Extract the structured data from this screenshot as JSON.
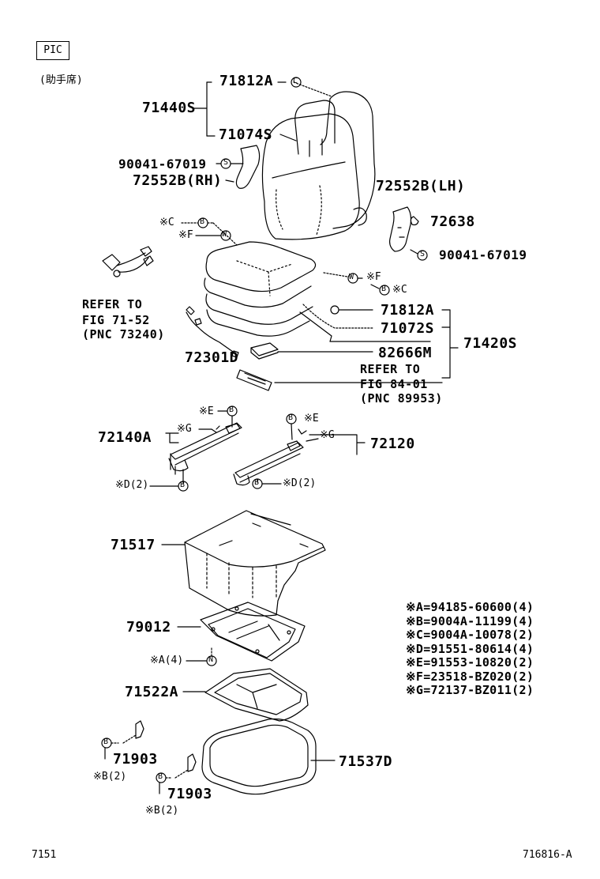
{
  "header": {
    "pic_label": "PIC",
    "seat_side_note": "(助手席)"
  },
  "parts": {
    "p71812A_top": "71812A",
    "p71440S": "71440S",
    "p71074S": "71074S",
    "p90041_left": "90041-67019",
    "p72552B_RH": "72552B(RH)",
    "p72552B_LH": "72552B(LH)",
    "p72638": "72638",
    "p90041_right": "90041-67019",
    "p71812A_mid": "71812A",
    "p71072S": "71072S",
    "p71420S": "71420S",
    "p72301D": "72301D",
    "p82666M": "82666M",
    "p72140A": "72140A",
    "p72120": "72120",
    "p71517": "71517",
    "p79012": "79012",
    "p71522A": "71522A",
    "p71537D": "71537D",
    "p71903_a": "71903",
    "p71903_b": "71903"
  },
  "references": {
    "refer_left_1": "REFER TO",
    "refer_left_2": "FIG 71-52",
    "refer_left_3": "(PNC 73240)",
    "refer_right_1": "REFER TO",
    "refer_right_2": "FIG 84-01",
    "refer_right_3": "(PNC 89953)"
  },
  "fastener_callouts": {
    "top_C": "※C",
    "top_B": "B",
    "top_F": "※F",
    "top_W": "W",
    "right_W": "W",
    "right_F": "※F",
    "right_B": "B",
    "right_C": "※C",
    "rail_left_E": "※E",
    "rail_left_B_top": "B",
    "rail_left_G": "※G",
    "rail_left_D": "※D(2)",
    "rail_left_B_bottom": "B",
    "rail_right_B_top": "B",
    "rail_right_E": "※E",
    "rail_right_G": "※G",
    "rail_right_B_bottom": "B",
    "rail_right_D": "※D(2)",
    "bracket_A": "※A(4)",
    "bracket_N": "N",
    "clip1_B": "B",
    "clip1_note": "※B(2)",
    "clip2_B": "B",
    "clip2_note": "※B(2)",
    "circle_C": "C",
    "circle_S_left": "S",
    "circle_S_right": "S"
  },
  "legend": [
    "※A=94185-60600(4)",
    "※B=9004A-11199(4)",
    "※C=9004A-10078(2)",
    "※D=91551-80614(4)",
    "※E=91553-10820(2)",
    "※F=23518-BZ020(2)",
    "※G=72137-BZ011(2)"
  ],
  "footer": {
    "page_code": "7151",
    "figure_code": "716816-A"
  }
}
